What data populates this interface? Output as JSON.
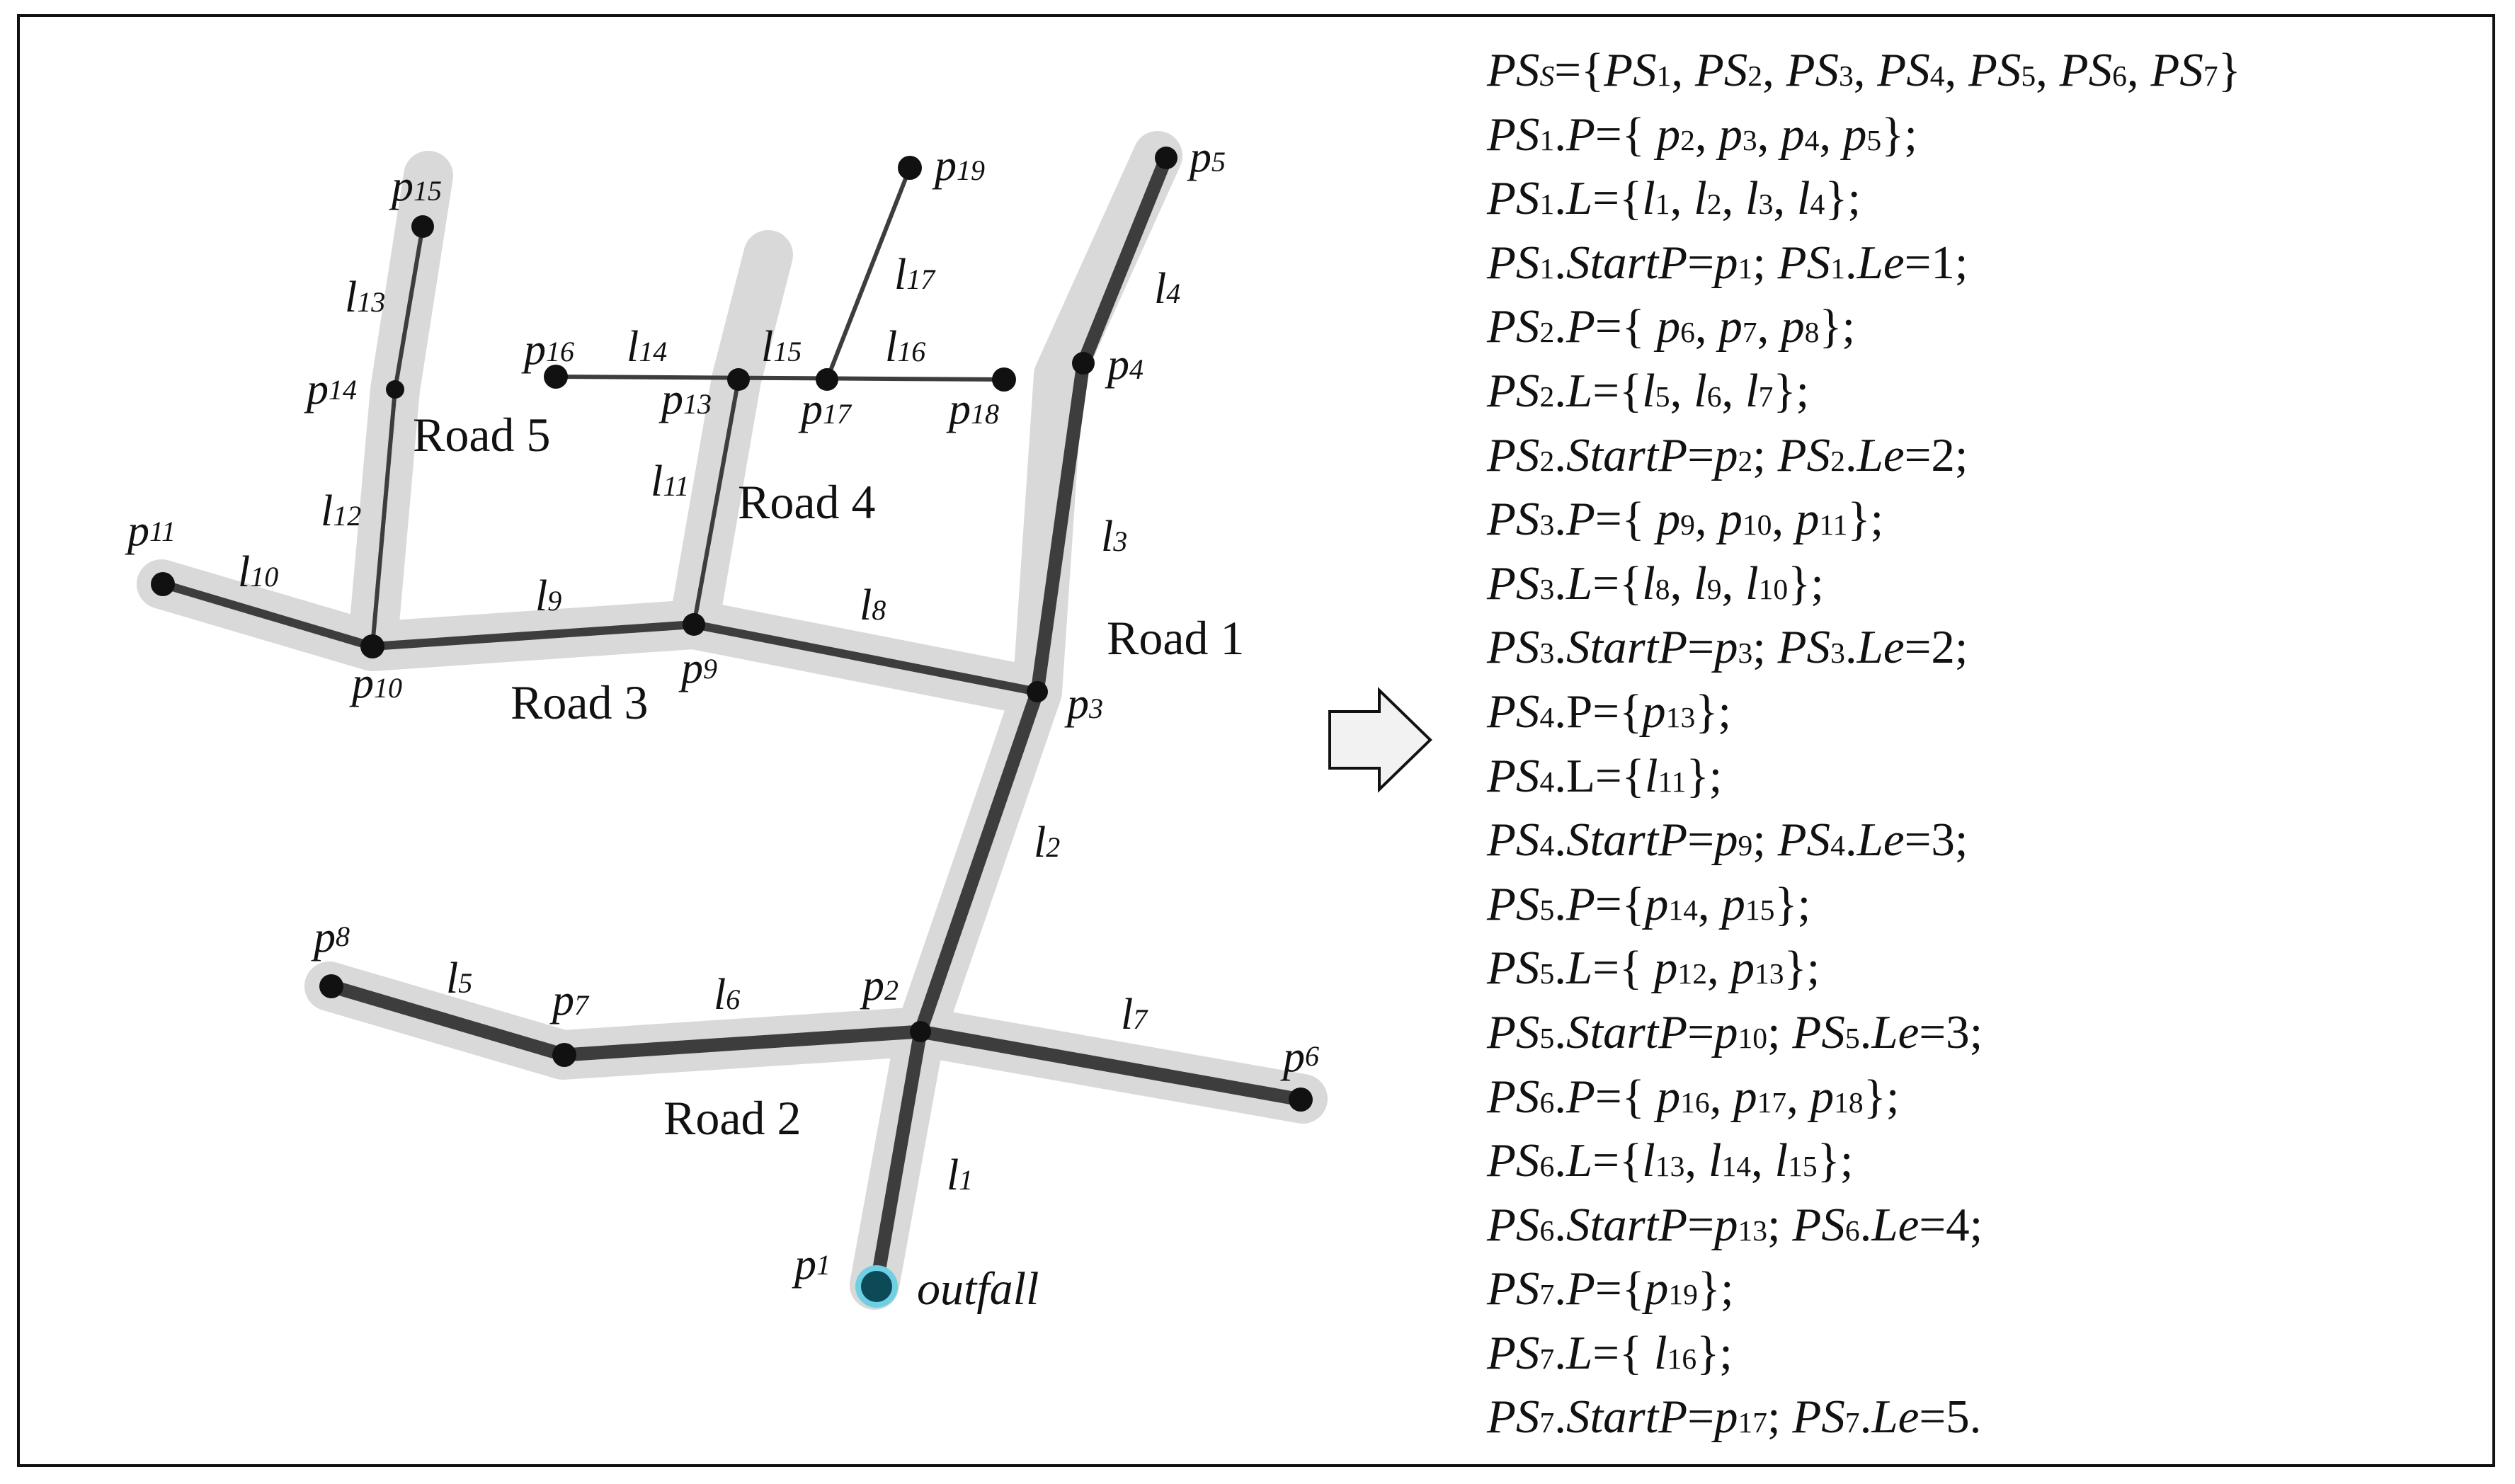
{
  "roads": [
    {
      "id": "road-1",
      "label": "Road 1"
    },
    {
      "id": "road-2",
      "label": "Road 2"
    },
    {
      "id": "road-3",
      "label": "Road 3"
    },
    {
      "id": "road-4",
      "label": "Road 4"
    },
    {
      "id": "road-5",
      "label": "Road 5"
    }
  ],
  "points": [
    {
      "name": "p",
      "sub": "1"
    },
    {
      "name": "p",
      "sub": "2"
    },
    {
      "name": "p",
      "sub": "3"
    },
    {
      "name": "p",
      "sub": "4"
    },
    {
      "name": "p",
      "sub": "5"
    },
    {
      "name": "p",
      "sub": "6"
    },
    {
      "name": "p",
      "sub": "7"
    },
    {
      "name": "p",
      "sub": "8"
    },
    {
      "name": "p",
      "sub": "9"
    },
    {
      "name": "p",
      "sub": "10"
    },
    {
      "name": "p",
      "sub": "11"
    },
    {
      "name": "p",
      "sub": "13"
    },
    {
      "name": "p",
      "sub": "14"
    },
    {
      "name": "p",
      "sub": "15"
    },
    {
      "name": "p",
      "sub": "16"
    },
    {
      "name": "p",
      "sub": "17"
    },
    {
      "name": "p",
      "sub": "18"
    },
    {
      "name": "p",
      "sub": "19"
    }
  ],
  "lines": [
    {
      "name": "l",
      "sub": "1"
    },
    {
      "name": "l",
      "sub": "2"
    },
    {
      "name": "l",
      "sub": "3"
    },
    {
      "name": "l",
      "sub": "4"
    },
    {
      "name": "l",
      "sub": "5"
    },
    {
      "name": "l",
      "sub": "6"
    },
    {
      "name": "l",
      "sub": "7"
    },
    {
      "name": "l",
      "sub": "8"
    },
    {
      "name": "l",
      "sub": "9"
    },
    {
      "name": "l",
      "sub": "10"
    },
    {
      "name": "l",
      "sub": "11"
    },
    {
      "name": "l",
      "sub": "12"
    },
    {
      "name": "l",
      "sub": "13"
    },
    {
      "name": "l",
      "sub": "14"
    },
    {
      "name": "l",
      "sub": "15"
    },
    {
      "name": "l",
      "sub": "16"
    },
    {
      "name": "l",
      "sub": "17"
    }
  ],
  "outfall_label": "outfall",
  "colors": {
    "road_band": "#d9d9d9",
    "pipe": "#3d3d3d",
    "node": "#111111",
    "outfall_fill": "#0d4a57",
    "outfall_ring": "#6fd0e3",
    "arrow_fill": "#f2f2f2"
  },
  "arrow_icon": "right-arrow-icon",
  "text_lines": [
    [
      {
        "t": "PS",
        "i": true
      },
      {
        "t": "S",
        "i": true,
        "s": true
      },
      {
        "t": "={"
      },
      {
        "t": "PS",
        "i": true
      },
      {
        "t": "1",
        "s": true
      },
      {
        "t": ", "
      },
      {
        "t": "PS",
        "i": true
      },
      {
        "t": "2",
        "s": true
      },
      {
        "t": ", "
      },
      {
        "t": "PS",
        "i": true
      },
      {
        "t": "3",
        "s": true
      },
      {
        "t": ", "
      },
      {
        "t": "PS",
        "i": true
      },
      {
        "t": "4",
        "s": true
      },
      {
        "t": ", "
      },
      {
        "t": "PS",
        "i": true
      },
      {
        "t": "5",
        "s": true
      },
      {
        "t": ", "
      },
      {
        "t": "PS",
        "i": true
      },
      {
        "t": "6",
        "s": true
      },
      {
        "t": ", "
      },
      {
        "t": "PS",
        "i": true
      },
      {
        "t": "7",
        "s": true
      },
      {
        "t": "}"
      }
    ],
    [
      {
        "t": "PS",
        "i": true
      },
      {
        "t": "1",
        "s": true
      },
      {
        "t": "."
      },
      {
        "t": "P",
        "i": true
      },
      {
        "t": "={ "
      },
      {
        "t": "p",
        "i": true
      },
      {
        "t": "2",
        "s": true
      },
      {
        "t": ", "
      },
      {
        "t": "p",
        "i": true
      },
      {
        "t": "3",
        "s": true
      },
      {
        "t": ", "
      },
      {
        "t": "p",
        "i": true
      },
      {
        "t": "4",
        "s": true
      },
      {
        "t": ", "
      },
      {
        "t": "p",
        "i": true
      },
      {
        "t": "5",
        "s": true
      },
      {
        "t": "};"
      }
    ],
    [
      {
        "t": "PS",
        "i": true
      },
      {
        "t": "1",
        "s": true
      },
      {
        "t": "."
      },
      {
        "t": "L",
        "i": true
      },
      {
        "t": "={"
      },
      {
        "t": "l",
        "i": true
      },
      {
        "t": "1",
        "s": true
      },
      {
        "t": ", "
      },
      {
        "t": "l",
        "i": true
      },
      {
        "t": "2",
        "s": true
      },
      {
        "t": ", "
      },
      {
        "t": "l",
        "i": true
      },
      {
        "t": "3",
        "s": true
      },
      {
        "t": ", "
      },
      {
        "t": "l",
        "i": true
      },
      {
        "t": "4",
        "s": true
      },
      {
        "t": "};"
      }
    ],
    [
      {
        "t": "PS",
        "i": true
      },
      {
        "t": "1",
        "s": true
      },
      {
        "t": "."
      },
      {
        "t": "StartP",
        "i": true
      },
      {
        "t": "="
      },
      {
        "t": "p",
        "i": true
      },
      {
        "t": "1",
        "s": true
      },
      {
        "t": "; "
      },
      {
        "t": "PS",
        "i": true
      },
      {
        "t": "1",
        "s": true
      },
      {
        "t": "."
      },
      {
        "t": "Le",
        "i": true
      },
      {
        "t": "=1;"
      }
    ],
    [
      {
        "t": "PS",
        "i": true
      },
      {
        "t": "2",
        "s": true
      },
      {
        "t": "."
      },
      {
        "t": "P",
        "i": true
      },
      {
        "t": "={ "
      },
      {
        "t": "p",
        "i": true
      },
      {
        "t": "6",
        "s": true
      },
      {
        "t": ", "
      },
      {
        "t": "p",
        "i": true
      },
      {
        "t": "7",
        "s": true
      },
      {
        "t": ", "
      },
      {
        "t": "p",
        "i": true
      },
      {
        "t": "8",
        "s": true
      },
      {
        "t": "};"
      }
    ],
    [
      {
        "t": "PS",
        "i": true
      },
      {
        "t": "2",
        "s": true
      },
      {
        "t": "."
      },
      {
        "t": "L",
        "i": true
      },
      {
        "t": "={"
      },
      {
        "t": "l",
        "i": true
      },
      {
        "t": "5",
        "s": true
      },
      {
        "t": ", "
      },
      {
        "t": "l",
        "i": true
      },
      {
        "t": "6",
        "s": true
      },
      {
        "t": ", "
      },
      {
        "t": "l",
        "i": true
      },
      {
        "t": "7",
        "s": true
      },
      {
        "t": "};"
      }
    ],
    [
      {
        "t": "PS",
        "i": true
      },
      {
        "t": "2",
        "s": true
      },
      {
        "t": "."
      },
      {
        "t": "StartP",
        "i": true
      },
      {
        "t": "="
      },
      {
        "t": "p",
        "i": true
      },
      {
        "t": "2",
        "s": true
      },
      {
        "t": "; "
      },
      {
        "t": "PS",
        "i": true
      },
      {
        "t": "2",
        "s": true
      },
      {
        "t": "."
      },
      {
        "t": "Le",
        "i": true
      },
      {
        "t": "=2;"
      }
    ],
    [
      {
        "t": "PS",
        "i": true
      },
      {
        "t": "3",
        "s": true
      },
      {
        "t": "."
      },
      {
        "t": "P",
        "i": true
      },
      {
        "t": "={ "
      },
      {
        "t": "p",
        "i": true
      },
      {
        "t": "9",
        "s": true
      },
      {
        "t": ", "
      },
      {
        "t": "p",
        "i": true
      },
      {
        "t": "10",
        "s": true
      },
      {
        "t": ", "
      },
      {
        "t": "p",
        "i": true
      },
      {
        "t": "11",
        "s": true
      },
      {
        "t": "};"
      }
    ],
    [
      {
        "t": "PS",
        "i": true
      },
      {
        "t": "3",
        "s": true
      },
      {
        "t": "."
      },
      {
        "t": "L",
        "i": true
      },
      {
        "t": "={"
      },
      {
        "t": "l",
        "i": true
      },
      {
        "t": "8",
        "s": true
      },
      {
        "t": ", "
      },
      {
        "t": "l",
        "i": true
      },
      {
        "t": "9",
        "s": true
      },
      {
        "t": ", "
      },
      {
        "t": "l",
        "i": true
      },
      {
        "t": "10",
        "s": true
      },
      {
        "t": "};"
      }
    ],
    [
      {
        "t": "PS",
        "i": true
      },
      {
        "t": "3",
        "s": true
      },
      {
        "t": "."
      },
      {
        "t": "StartP",
        "i": true
      },
      {
        "t": "="
      },
      {
        "t": "p",
        "i": true
      },
      {
        "t": "3",
        "s": true
      },
      {
        "t": "; "
      },
      {
        "t": "PS",
        "i": true
      },
      {
        "t": "3",
        "s": true
      },
      {
        "t": "."
      },
      {
        "t": "Le",
        "i": true
      },
      {
        "t": "=2;"
      }
    ],
    [
      {
        "t": "PS",
        "i": true
      },
      {
        "t": "4",
        "s": true
      },
      {
        "t": ".P={"
      },
      {
        "t": "p",
        "i": true
      },
      {
        "t": "13",
        "s": true
      },
      {
        "t": "};"
      }
    ],
    [
      {
        "t": "PS",
        "i": true
      },
      {
        "t": "4",
        "s": true
      },
      {
        "t": ".L={"
      },
      {
        "t": "l",
        "i": true
      },
      {
        "t": "11",
        "s": true
      },
      {
        "t": "};"
      }
    ],
    [
      {
        "t": "PS",
        "i": true
      },
      {
        "t": "4",
        "s": true
      },
      {
        "t": "."
      },
      {
        "t": "StartP",
        "i": true
      },
      {
        "t": "="
      },
      {
        "t": "p",
        "i": true
      },
      {
        "t": "9",
        "s": true
      },
      {
        "t": "; "
      },
      {
        "t": "PS",
        "i": true
      },
      {
        "t": "4",
        "s": true
      },
      {
        "t": "."
      },
      {
        "t": "Le",
        "i": true
      },
      {
        "t": "=3;"
      }
    ],
    [
      {
        "t": "PS",
        "i": true
      },
      {
        "t": "5",
        "s": true
      },
      {
        "t": "."
      },
      {
        "t": "P",
        "i": true
      },
      {
        "t": "={"
      },
      {
        "t": "p",
        "i": true
      },
      {
        "t": "14",
        "s": true
      },
      {
        "t": ", "
      },
      {
        "t": "p",
        "i": true
      },
      {
        "t": "15",
        "s": true
      },
      {
        "t": "};"
      }
    ],
    [
      {
        "t": "PS",
        "i": true
      },
      {
        "t": "5",
        "s": true
      },
      {
        "t": "."
      },
      {
        "t": "L",
        "i": true
      },
      {
        "t": "={ "
      },
      {
        "t": "p",
        "i": true
      },
      {
        "t": "12",
        "s": true
      },
      {
        "t": ", "
      },
      {
        "t": "p",
        "i": true
      },
      {
        "t": "13",
        "s": true
      },
      {
        "t": "};"
      }
    ],
    [
      {
        "t": "PS",
        "i": true
      },
      {
        "t": "5",
        "s": true
      },
      {
        "t": "."
      },
      {
        "t": "StartP",
        "i": true
      },
      {
        "t": "="
      },
      {
        "t": "p",
        "i": true
      },
      {
        "t": "10",
        "s": true
      },
      {
        "t": "; "
      },
      {
        "t": "PS",
        "i": true
      },
      {
        "t": "5",
        "s": true
      },
      {
        "t": "."
      },
      {
        "t": "Le",
        "i": true
      },
      {
        "t": "=3;"
      }
    ],
    [
      {
        "t": "PS",
        "i": true
      },
      {
        "t": "6",
        "s": true
      },
      {
        "t": "."
      },
      {
        "t": "P",
        "i": true
      },
      {
        "t": "={ "
      },
      {
        "t": "p",
        "i": true
      },
      {
        "t": "16",
        "s": true
      },
      {
        "t": ", "
      },
      {
        "t": "p",
        "i": true
      },
      {
        "t": "17",
        "s": true
      },
      {
        "t": ", "
      },
      {
        "t": "p",
        "i": true
      },
      {
        "t": "18",
        "s": true
      },
      {
        "t": "};"
      }
    ],
    [
      {
        "t": "PS",
        "i": true
      },
      {
        "t": "6",
        "s": true
      },
      {
        "t": "."
      },
      {
        "t": "L",
        "i": true
      },
      {
        "t": "={"
      },
      {
        "t": "l",
        "i": true
      },
      {
        "t": "13",
        "s": true
      },
      {
        "t": ", "
      },
      {
        "t": "l",
        "i": true
      },
      {
        "t": "14",
        "s": true
      },
      {
        "t": ", "
      },
      {
        "t": "l",
        "i": true
      },
      {
        "t": "15",
        "s": true
      },
      {
        "t": "};"
      }
    ],
    [
      {
        "t": "PS",
        "i": true
      },
      {
        "t": "6",
        "s": true
      },
      {
        "t": "."
      },
      {
        "t": "StartP",
        "i": true
      },
      {
        "t": "="
      },
      {
        "t": "p",
        "i": true
      },
      {
        "t": "13",
        "s": true
      },
      {
        "t": "; "
      },
      {
        "t": "PS",
        "i": true
      },
      {
        "t": "6",
        "s": true
      },
      {
        "t": "."
      },
      {
        "t": "Le",
        "i": true
      },
      {
        "t": "=4;"
      }
    ],
    [
      {
        "t": "PS",
        "i": true
      },
      {
        "t": "7",
        "s": true
      },
      {
        "t": "."
      },
      {
        "t": "P",
        "i": true
      },
      {
        "t": "={"
      },
      {
        "t": "p",
        "i": true
      },
      {
        "t": "19",
        "s": true
      },
      {
        "t": "};"
      }
    ],
    [
      {
        "t": "PS",
        "i": true
      },
      {
        "t": "7",
        "s": true
      },
      {
        "t": "."
      },
      {
        "t": "L",
        "i": true
      },
      {
        "t": "={ "
      },
      {
        "t": "l",
        "i": true
      },
      {
        "t": "16",
        "s": true
      },
      {
        "t": "};"
      }
    ],
    [
      {
        "t": "PS",
        "i": true
      },
      {
        "t": "7",
        "s": true
      },
      {
        "t": "."
      },
      {
        "t": "StartP",
        "i": true
      },
      {
        "t": "="
      },
      {
        "t": "p",
        "i": true
      },
      {
        "t": "17",
        "s": true
      },
      {
        "t": "; "
      },
      {
        "t": "PS",
        "i": true
      },
      {
        "t": "7",
        "s": true
      },
      {
        "t": "."
      },
      {
        "t": "Le",
        "i": true
      },
      {
        "t": "=5."
      }
    ]
  ]
}
